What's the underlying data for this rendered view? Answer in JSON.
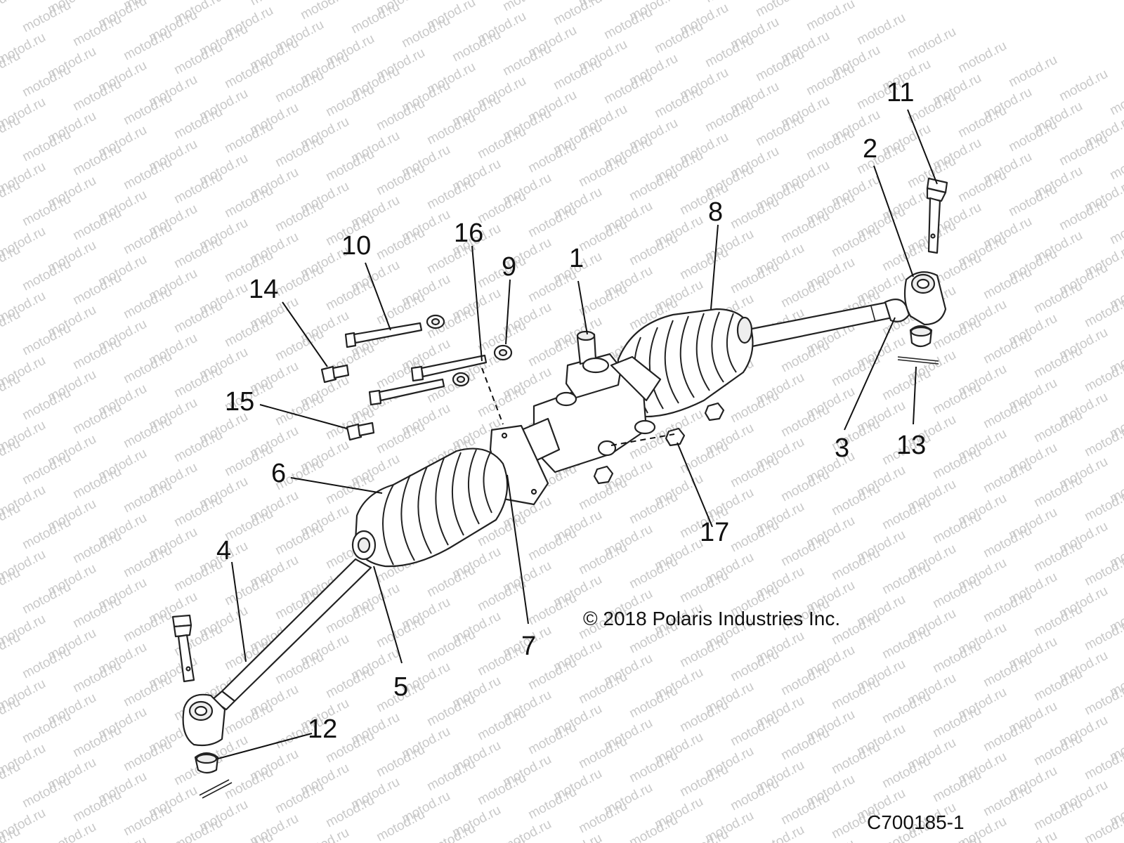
{
  "watermark": "motod.ru",
  "copyright": "© 2018 Polaris Industries Inc.",
  "diagram_code": "C700185-1",
  "callouts": [
    "1",
    "2",
    "3",
    "4",
    "5",
    "6",
    "7",
    "8",
    "9",
    "10",
    "11",
    "12",
    "13",
    "14",
    "15",
    "16",
    "17"
  ]
}
